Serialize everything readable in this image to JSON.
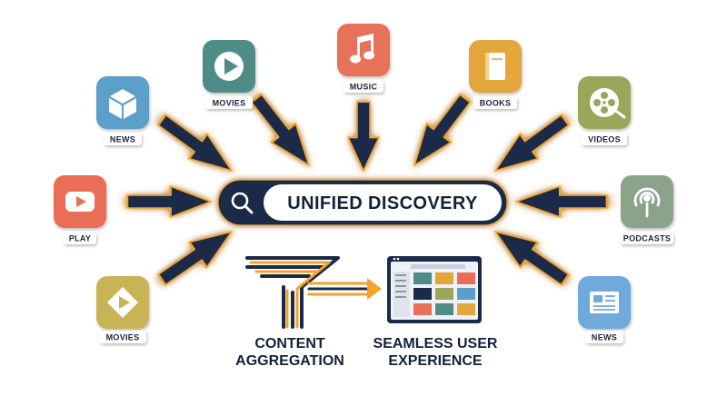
{
  "center": {
    "label": "UNIFIED DISCOVERY",
    "icon": "search-icon"
  },
  "sources": [
    {
      "id": "news-top",
      "label": "NEWS",
      "icon": "cube-icon",
      "color": "#5b9fc9"
    },
    {
      "id": "movies-top",
      "label": "MOVIES",
      "icon": "play-circle-icon",
      "color": "#4f8c87"
    },
    {
      "id": "music",
      "label": "MUSIC",
      "icon": "music-note-icon",
      "color": "#e8715a"
    },
    {
      "id": "books",
      "label": "BOOKS",
      "icon": "book-icon",
      "color": "#e3a63a"
    },
    {
      "id": "videos",
      "label": "VIDEOS",
      "icon": "film-reel-icon",
      "color": "#9aa65a"
    },
    {
      "id": "play",
      "label": "PLAY",
      "icon": "play-button-icon",
      "color": "#ea6d58"
    },
    {
      "id": "podcasts",
      "label": "PODCASTS",
      "icon": "podcast-icon",
      "color": "#8aa38a"
    },
    {
      "id": "movies-bottom",
      "label": "MOVIES",
      "icon": "diamond-play-icon",
      "color": "#c9b455"
    },
    {
      "id": "news-bottom",
      "label": "NEWS",
      "icon": "newspaper-icon",
      "color": "#6fa9dc"
    }
  ],
  "bottom": {
    "left": {
      "line1": "CONTENT",
      "line2": "AGGREGATION"
    },
    "right": {
      "line1": "SEAMLESS USER",
      "line2": "EXPERIENCE"
    }
  },
  "colors": {
    "navy": "#1b2a48",
    "glow": "#f5a623",
    "accent": "#f2a32a"
  }
}
